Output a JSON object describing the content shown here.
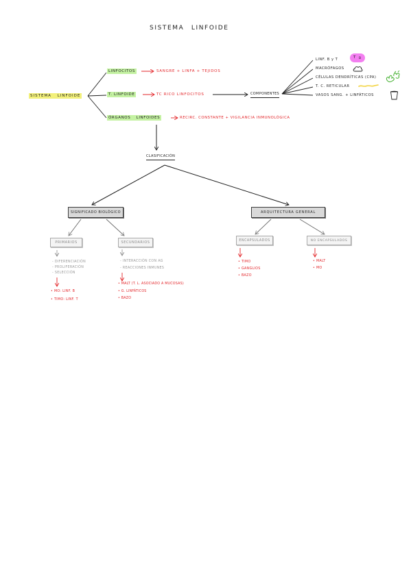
{
  "title": "SISTEMA LINFOIDE",
  "root": "SISTEMA LINFOIDE",
  "linfocitos": {
    "label": "LINFOCITOS",
    "detail": "SANGRE + LINFA + TEJIDOS"
  },
  "tejido_linfoide": {
    "label": "T. LINFOIDE",
    "detail": "TC RICO LINFOCITOS",
    "componentes_label": "COMPONENTES"
  },
  "componentes": [
    {
      "text": "LINF. B y T",
      "icon": "pink-tb-badge"
    },
    {
      "text": "MACRÓFAGOS",
      "icon": "cloud-icon"
    },
    {
      "text": "CÉLULAS DENDRÍTICAS (CPA)",
      "icon": "green-doodle-icon"
    },
    {
      "text": "T. C. RETICULAR",
      "icon": "yellow-squiggle-icon"
    },
    {
      "text": "VASOS SANG. + LINFÁTICOS",
      "icon": "cup-icon"
    }
  ],
  "badge": {
    "letter_1": "T",
    "letter_2": "B"
  },
  "organos": {
    "label": "ÓRGANOS LINFOIDES",
    "detail": "RECIRC. CONSTANTE + VIGILANCIA INMUNOLÓGICA"
  },
  "clasificacion": "CLASIFICACIÓN",
  "significado_biologico": {
    "label": "SIGNIFICADO BIOLÓGICO",
    "primarios": {
      "label": "PRIMARIOS",
      "funciones": [
        "- DIFERENCIACIÓN",
        "- PROLIFERACIÓN",
        "- SELECCIÓN"
      ],
      "organos": [
        "• MO: LINF. B",
        "• TIMO: LINF. T"
      ]
    },
    "secundarios": {
      "label": "SECUNDARIOS",
      "funciones": [
        "- INTERACCIÓN CON AG",
        "- REACCIONES INMUNES"
      ],
      "organos": [
        "• MALT (T. L. ASOCIADO A MUCOSAS)",
        "• G. LINFÁTICOS",
        "• BAZO"
      ]
    }
  },
  "arquitectura_general": {
    "label": "ARQUITECTURA GENERAL",
    "encapsulados": {
      "label": "ENCAPSULADOS",
      "organos": [
        "• TIMO",
        "• GANGLIOS",
        "• BAZO"
      ]
    },
    "no_encapsulados": {
      "label": "NO ENCAPSULADOS",
      "organos": [
        "• MALT",
        "• MO"
      ]
    }
  },
  "colors": {
    "ink": "#1e1e1e",
    "red": "#e3262a",
    "grey": "#9a9a9a",
    "hl_yellow": "#f2f07a",
    "hl_green": "#c4f2a2",
    "pink": "#f37ff0",
    "box_fill": "#d9d9d9"
  }
}
